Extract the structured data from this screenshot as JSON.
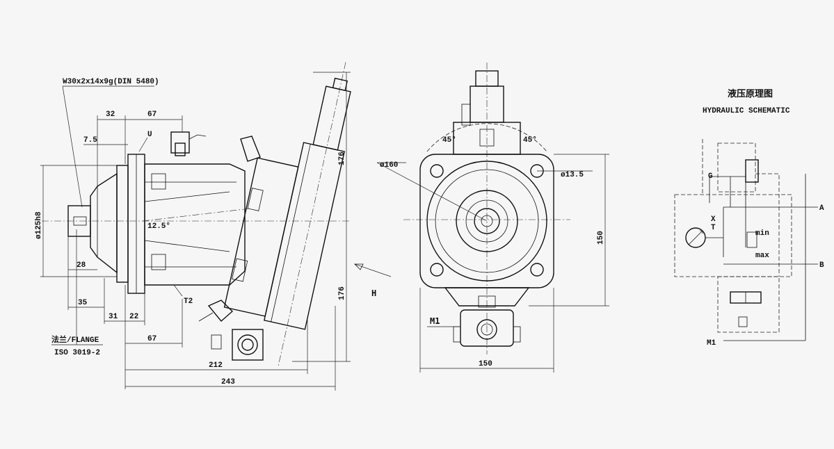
{
  "spline_label": "W30x2x14x9g(DIN 5480)",
  "flange_cn": "法兰/FLANGE",
  "flange_iso": "ISO 3019-2",
  "dims_side": {
    "d32": "32",
    "d67_top": "67",
    "d7_5": "7.5",
    "u_port": "U",
    "dia125": "ø125h8",
    "angle": "12.5°",
    "d28": "28",
    "d35": "35",
    "d31": "31",
    "d22": "22",
    "d67_bottom": "67",
    "d212": "212",
    "d243": "243",
    "t2_port": "T2",
    "d176_top": "176",
    "d176_bottom": "176",
    "view_h": "H"
  },
  "dims_front": {
    "dia160": "ø160",
    "dia13_5": "ø13.5",
    "deg45_left": "45°",
    "deg45_right": "45°",
    "d150_h": "150",
    "d150_w": "150",
    "m1_port": "M1"
  },
  "schematic": {
    "title_cn": "液压原理图",
    "title_en": "HYDRAULIC SCHEMATIC",
    "port_g": "G",
    "port_a": "A",
    "port_b": "B",
    "port_m1": "M1",
    "port_t": "T",
    "port_x": "X",
    "lbl_min": "min",
    "lbl_max": "max"
  }
}
